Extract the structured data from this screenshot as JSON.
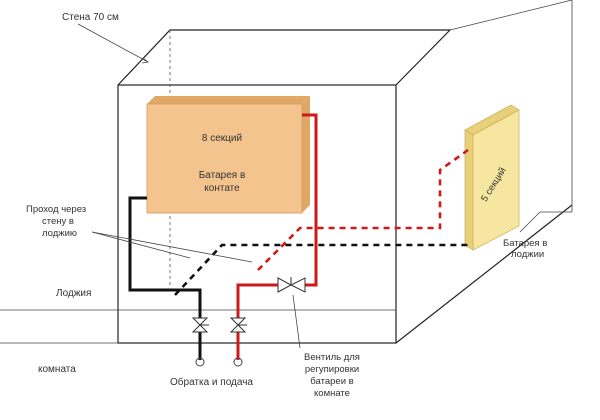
{
  "labels": {
    "wall": "Стена 70 см",
    "battery_room_sections": "8 секций",
    "battery_room_line1": "Батарея в",
    "battery_room_line2": "контате",
    "battery_loggia_sections": "5 секций",
    "pass_line1": "Проход через",
    "pass_line2": "стену в",
    "pass_line3": "лоджию",
    "loggia": "Лоджия",
    "room": "комната",
    "battery_loggia_line1": "Батарея в",
    "battery_loggia_line2": "лоджии",
    "return_supply": "Обратка и подача",
    "valve_line1": "Вентиль для",
    "valve_line2": "регупировки",
    "valve_line3": "батареи в",
    "valve_line4": "комнате"
  },
  "colors": {
    "supply_pipe": "#cc1a1a",
    "return_pipe": "#111111",
    "radiator_face": "#f4c48e",
    "radiator_edge": "#e0a866",
    "small_radiator_face": "#f7e6a0"
  }
}
